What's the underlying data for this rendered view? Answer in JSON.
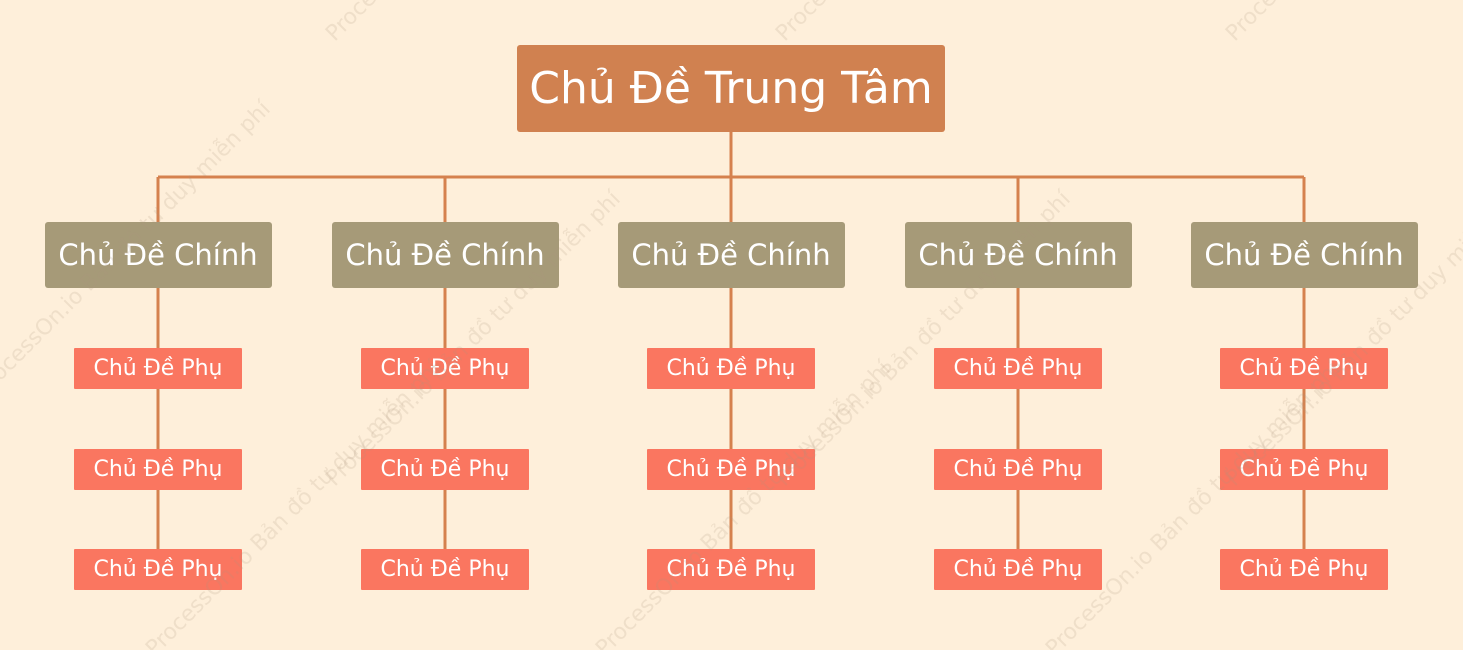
{
  "diagram": {
    "type": "org-chart",
    "colors": {
      "background": "#FEEFDA",
      "central": "#D08150",
      "main": "#A69A78",
      "sub": "#FA7660",
      "connector": "#D5814E",
      "text": "#FFFFFF"
    },
    "central": {
      "label": "Chủ Đề Trung Tâm"
    },
    "branches": [
      {
        "label": "Chủ Đề Chính",
        "children": [
          {
            "label": "Chủ Đề Phụ"
          },
          {
            "label": "Chủ Đề Phụ"
          },
          {
            "label": "Chủ Đề Phụ"
          }
        ]
      },
      {
        "label": "Chủ Đề Chính",
        "children": [
          {
            "label": "Chủ Đề Phụ"
          },
          {
            "label": "Chủ Đề Phụ"
          },
          {
            "label": "Chủ Đề Phụ"
          }
        ]
      },
      {
        "label": "Chủ Đề Chính",
        "children": [
          {
            "label": "Chủ Đề Phụ"
          },
          {
            "label": "Chủ Đề Phụ"
          },
          {
            "label": "Chủ Đề Phụ"
          }
        ]
      },
      {
        "label": "Chủ Đề Chính",
        "children": [
          {
            "label": "Chủ Đề Phụ"
          },
          {
            "label": "Chủ Đề Phụ"
          },
          {
            "label": "Chủ Đề Phụ"
          }
        ]
      },
      {
        "label": "Chủ Đề Chính",
        "children": [
          {
            "label": "Chủ Đề Phụ"
          },
          {
            "label": "Chủ Đề Phụ"
          },
          {
            "label": "Chủ Đề Phụ"
          }
        ]
      }
    ]
  },
  "watermark": {
    "text": "ProcessOn.io Bản đồ tư duy miễn phí"
  }
}
